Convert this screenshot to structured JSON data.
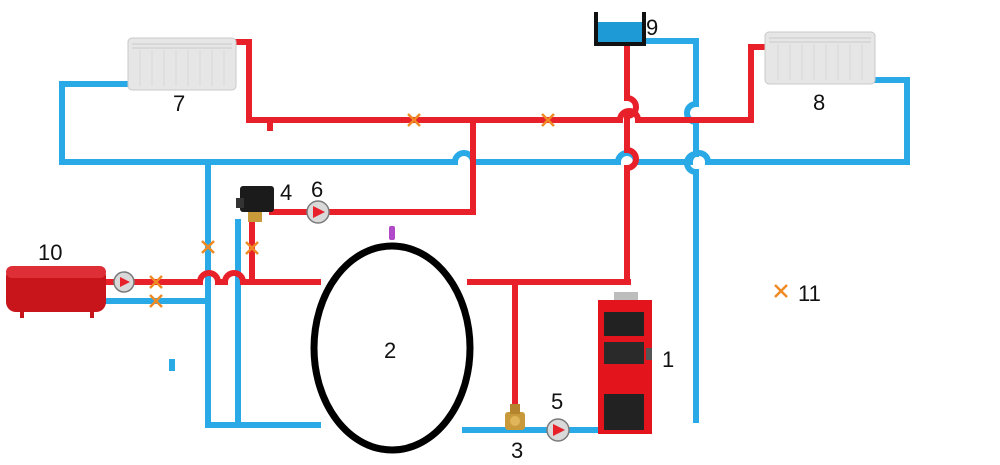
{
  "labels": {
    "boiler": "1",
    "buffer_tank": "2",
    "mixing_valve": "3",
    "zone_valve": "4",
    "pump_boiler": "5",
    "pump_heating": "6",
    "radiator_left": "7",
    "radiator_right": "8",
    "expansion_tank": "9",
    "water_heater": "10",
    "legend_valve": "11"
  },
  "colors": {
    "supply": "#e8202a",
    "return": "#29a9e6",
    "valve": "#f08a24",
    "tank_outline": "#000000"
  },
  "icons": {
    "valve": "x-mark-valve-icon",
    "pump": "circular-pump-icon",
    "radiator": "panel-radiator-icon"
  }
}
